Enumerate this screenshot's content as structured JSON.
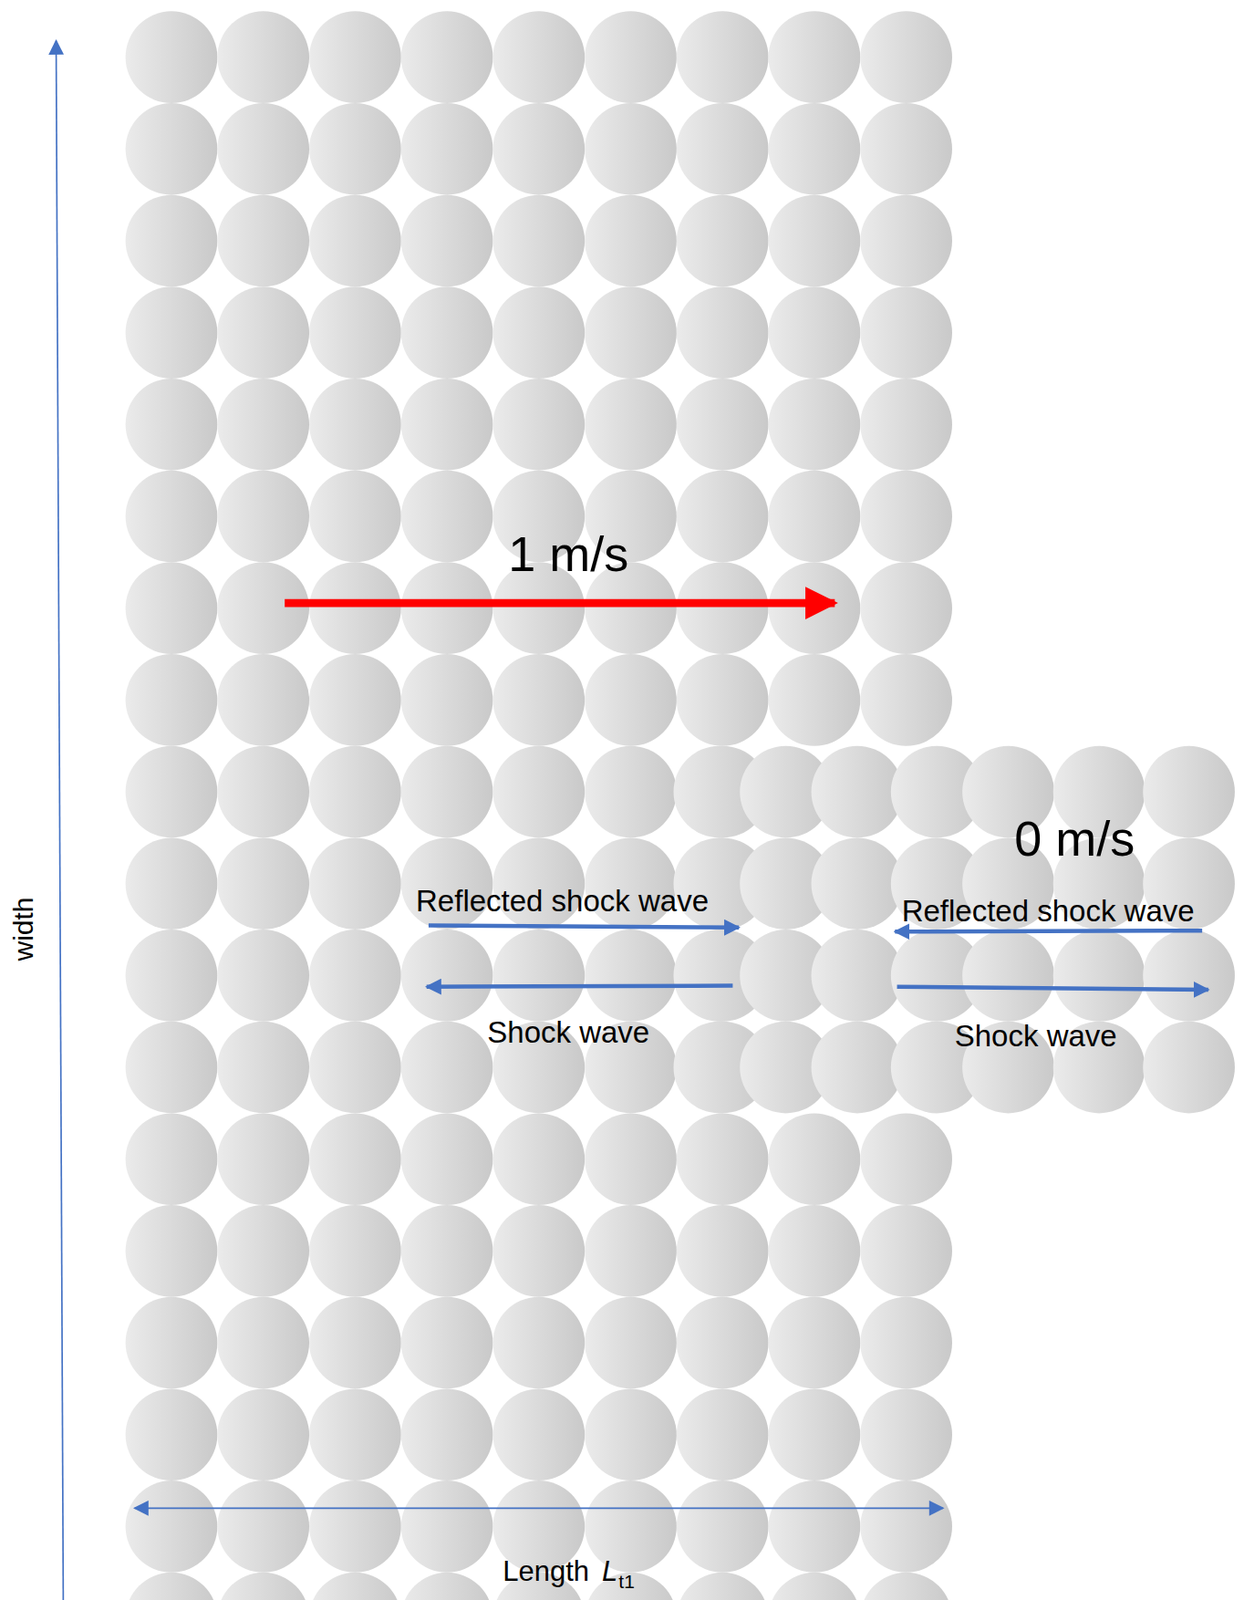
{
  "diagram": {
    "labels": [
      "1 m/s",
      "Reflected shock wave",
      "0 m/s",
      "Reflected shock wave",
      "Shock wave",
      "Shock wave",
      "width",
      "Length",
      "L",
      "t1"
    ]
  }
}
